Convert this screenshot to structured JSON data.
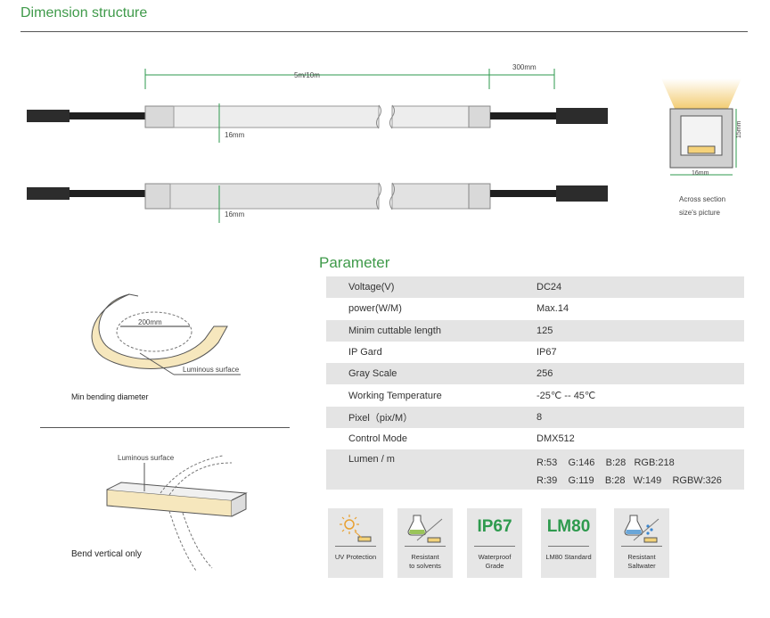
{
  "header": {
    "title": "Dimension structure"
  },
  "dimensions": {
    "length_label": "5m/10m",
    "cable_label": "300mm",
    "width_top": "16mm",
    "width_bottom": "16mm",
    "section_width": "16mm",
    "section_height": "15mm",
    "section_caption_1": "Across section",
    "section_caption_2": "size's picture"
  },
  "bending": {
    "diameter_label": "200mm",
    "surface_label": "Luminous surface",
    "caption": "Min bending diameter"
  },
  "bend_vertical": {
    "surface_label": "Luminous surface",
    "caption": "Bend vertical only"
  },
  "parameter": {
    "title": "Parameter",
    "rows": [
      {
        "key": "Voltage(V)",
        "value": "DC24"
      },
      {
        "key": "power(W/M)",
        "value": "Max.14"
      },
      {
        "key": "Minim cuttable length",
        "value": "125"
      },
      {
        "key": "IP Gard",
        "value": "IP67"
      },
      {
        "key": "Gray Scale",
        "value": "256"
      },
      {
        "key": "Working Temperature",
        "value": "-25℃ -- 45℃"
      },
      {
        "key": "Pixel（pix/M）",
        "value": "8"
      },
      {
        "key": "Control Mode",
        "value": "DMX512"
      }
    ],
    "lumen": {
      "key": "Lumen / m",
      "line1": "R:53    G:146    B:28   RGB:218",
      "line2": "R:39    G:119    B:28   W:149    RGBW:326"
    }
  },
  "badges": [
    {
      "icon": "sun-icon",
      "caption1": "UV Protection",
      "caption2": ""
    },
    {
      "icon": "flask-icon",
      "caption1": "Resistant",
      "caption2": "to solvents"
    },
    {
      "icon": "",
      "big": "IP67",
      "caption1": "Waterproof",
      "caption2": "Grade"
    },
    {
      "icon": "",
      "big": "LM80",
      "caption1": "LM80 Standard",
      "caption2": ""
    },
    {
      "icon": "saltwater-icon",
      "caption1": "Resistant",
      "caption2": "Saltwater"
    }
  ],
  "colors": {
    "accent": "#3f9a4a",
    "dim_line": "#2e9a4e",
    "glow": "#f4d58a"
  }
}
